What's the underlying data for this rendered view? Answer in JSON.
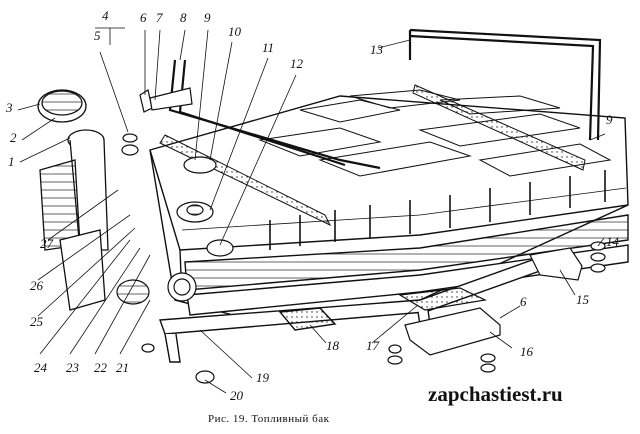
{
  "caption": "Рис. 19. Топливный бак",
  "watermark": "zapchastiest.ru",
  "callouts": [
    "1",
    "2",
    "3",
    "4",
    "5",
    "6",
    "7",
    "8",
    "9",
    "10",
    "11",
    "12",
    "13",
    "14",
    "15",
    "16",
    "17",
    "18",
    "19",
    "20",
    "21",
    "22",
    "23",
    "24",
    "25",
    "26",
    "27",
    "6",
    "9"
  ]
}
